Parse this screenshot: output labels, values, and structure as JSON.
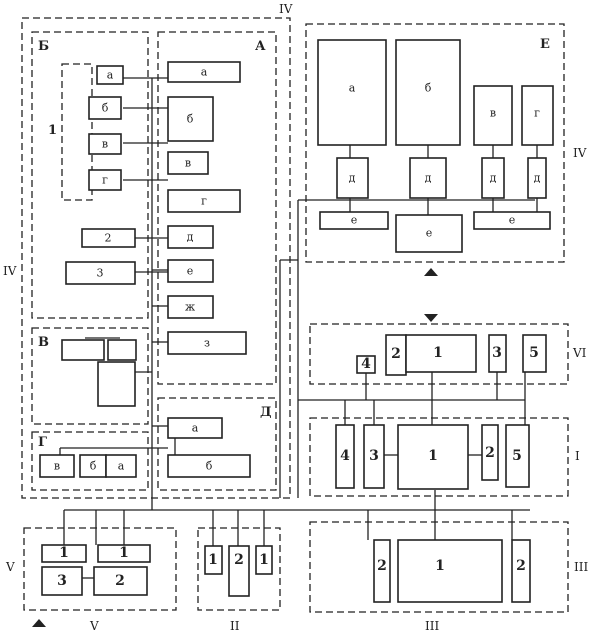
{
  "roman": {
    "top": "IV",
    "left": "IV",
    "right_e": "IV",
    "vi": "VI",
    "i": "I",
    "iii_right": "III",
    "iii_bottom": "III",
    "v_left": "V",
    "v_bottom": "V",
    "ii_bottom": "II"
  },
  "zones": {
    "A": "А",
    "B": "Б",
    "V": "В",
    "G": "Г",
    "D": "Д",
    "E": "Е"
  },
  "blocks": {
    "A": {
      "a": "а",
      "b": "б",
      "v": "в",
      "g": "г",
      "d": "д",
      "e": "е",
      "zh": "ж",
      "z": "з"
    },
    "B": {
      "a": "а",
      "b": "б",
      "v": "в",
      "g": "г",
      "group1": "1",
      "n2": "2",
      "n3": "3"
    },
    "V": {
      "n1a": "1",
      "n1b": "1",
      "n3": "3",
      "n2": "2"
    },
    "G": {
      "v": "в",
      "b": "б",
      "a": "а"
    },
    "D": {
      "a": "а",
      "b": "б"
    },
    "E": {
      "a": "а",
      "b": "б",
      "v": "в",
      "g": "г",
      "d1": "д",
      "d2": "д",
      "d3": "д",
      "d4": "д",
      "e1": "е",
      "e2": "е",
      "e3": "е"
    },
    "VI": {
      "n2": "2",
      "n1": "1",
      "n3": "3",
      "n5": "5",
      "n4": "4"
    },
    "I": {
      "n4": "4",
      "n3": "3",
      "n1": "1",
      "n2": "2",
      "n5": "5"
    },
    "III": {
      "n2a": "2",
      "n1": "1",
      "n2b": "2"
    },
    "II": {
      "n1a": "1",
      "n2": "2",
      "n1b": "1"
    }
  }
}
